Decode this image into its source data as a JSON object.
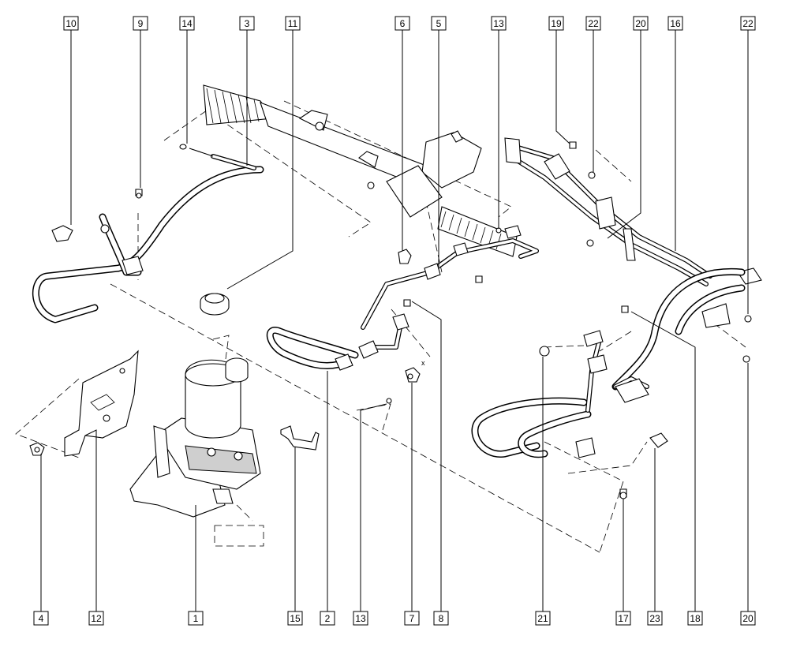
{
  "diagram": {
    "top_callouts": [
      "10",
      "9",
      "14",
      "3",
      "11",
      "6",
      "5",
      "13",
      "19",
      "22",
      "20",
      "16",
      "22"
    ],
    "bottom_callouts": [
      "4",
      "12",
      "1",
      "15",
      "2",
      "13",
      "7",
      "8",
      "21",
      "17",
      "23",
      "18",
      "20"
    ],
    "axis_mark": "x"
  }
}
